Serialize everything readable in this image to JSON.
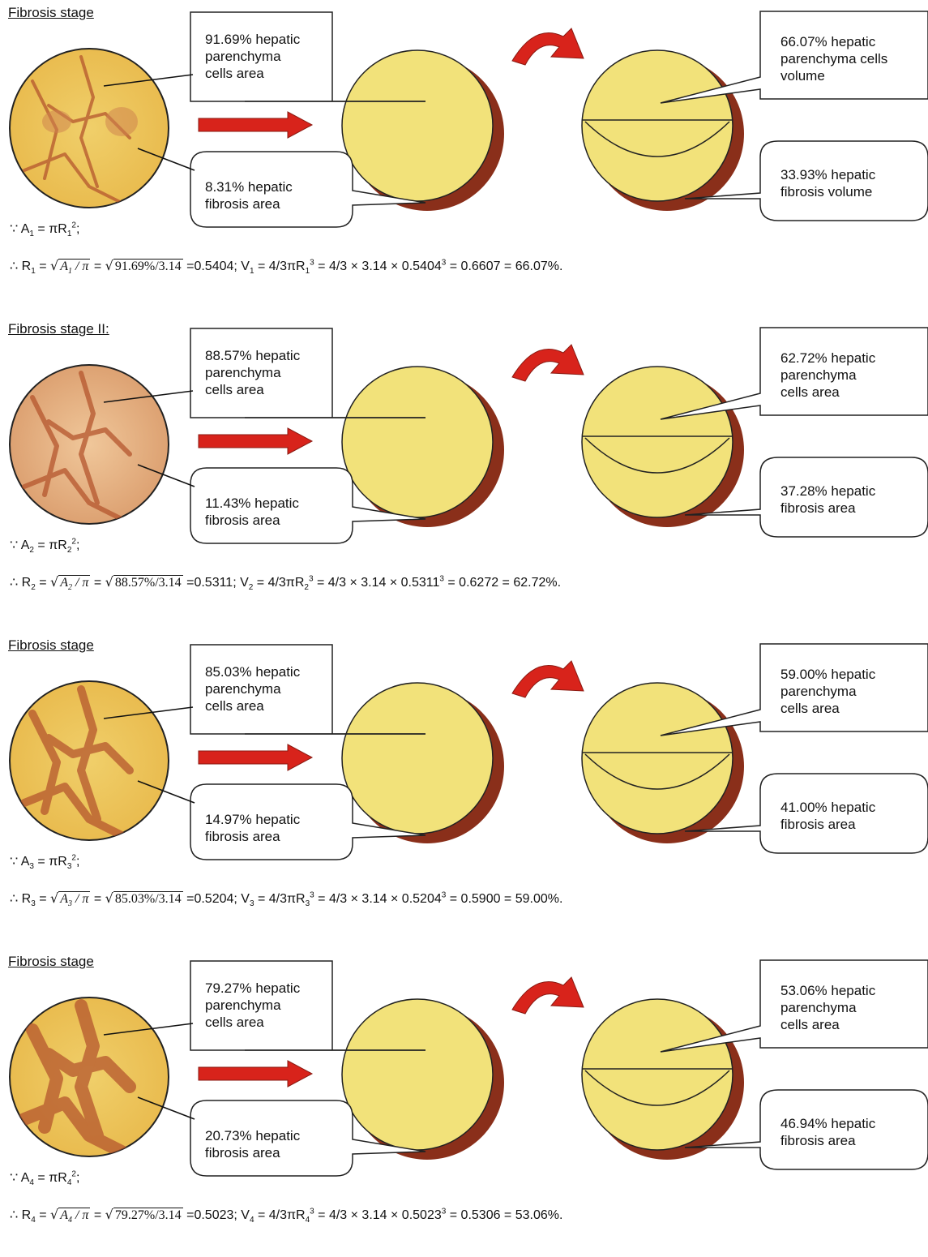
{
  "panels": [
    {
      "title": "Fibrosis stage",
      "parenchyma_area_lines": [
        "91.69% hepatic",
        "parenchyma",
        "cells area"
      ],
      "fibrosis_area_lines": [
        "8.31% hepatic",
        "fibrosis area"
      ],
      "parenchyma_volume_lines": [
        "66.07% hepatic",
        "parenchyma cells",
        "volume"
      ],
      "fibrosis_volume_lines": [
        "33.93% hepatic",
        "fibrosis volume"
      ],
      "idx": "1",
      "area_pct": "91.69%",
      "radius": "0.5404",
      "volume_value": "0.6607",
      "volume_pct": "66.07%",
      "tissue": "stage1"
    },
    {
      "title": "Fibrosis stage II:",
      "parenchyma_area_lines": [
        "88.57% hepatic",
        "parenchyma",
        "cells area"
      ],
      "fibrosis_area_lines": [
        "11.43% hepatic",
        "fibrosis area"
      ],
      "parenchyma_volume_lines": [
        "62.72% hepatic",
        "parenchyma",
        "cells area"
      ],
      "fibrosis_volume_lines": [
        "37.28% hepatic",
        "fibrosis area"
      ],
      "idx": "2",
      "area_pct": "88.57%",
      "radius": "0.5311",
      "volume_value": "0.6272",
      "volume_pct": "62.72%",
      "tissue": "stage2"
    },
    {
      "title": "Fibrosis stage",
      "parenchyma_area_lines": [
        "85.03% hepatic",
        "parenchyma",
        "cells area"
      ],
      "fibrosis_area_lines": [
        "14.97% hepatic",
        "fibrosis area"
      ],
      "parenchyma_volume_lines": [
        "59.00% hepatic",
        "parenchyma",
        "cells area"
      ],
      "fibrosis_volume_lines": [
        "41.00% hepatic",
        "fibrosis area"
      ],
      "idx": "3",
      "area_pct": "85.03%",
      "radius": "0.5204",
      "volume_value": "0.5900",
      "volume_pct": "59.00%",
      "tissue": "stage3"
    },
    {
      "title": "Fibrosis stage",
      "parenchyma_area_lines": [
        "79.27% hepatic",
        "parenchyma",
        "cells area"
      ],
      "fibrosis_area_lines": [
        "20.73% hepatic",
        "fibrosis area"
      ],
      "parenchyma_volume_lines": [
        "53.06% hepatic",
        "parenchyma",
        "cells area"
      ],
      "fibrosis_volume_lines": [
        "46.94% hepatic",
        "fibrosis area"
      ],
      "idx": "4",
      "area_pct": "79.27%",
      "radius": "0.5023",
      "volume_value": "0.5306",
      "volume_pct": "53.06%",
      "tissue": "stage4"
    }
  ],
  "formula_parts": {
    "because": "∵",
    "therefore": "∴",
    "pi": "π",
    "const_ratio": "4/3",
    "pi_value": "3.14"
  },
  "colors": {
    "pie_fill": "#f2e27a",
    "pie_shadow": "#8a2f1a",
    "arrow_red": "#d8231b",
    "tissue_base": "#e8b84a",
    "tissue_stain": "#b5562e"
  }
}
